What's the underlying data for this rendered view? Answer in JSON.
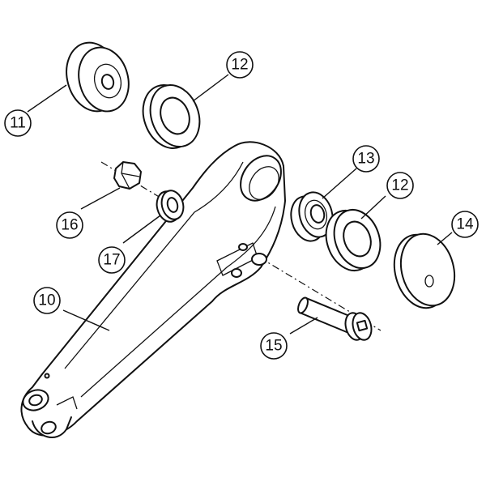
{
  "callouts": [
    {
      "id": "p11",
      "label": "11"
    },
    {
      "id": "p12a",
      "label": "12"
    },
    {
      "id": "p13",
      "label": "13"
    },
    {
      "id": "p12b",
      "label": "12"
    },
    {
      "id": "p14",
      "label": "14"
    },
    {
      "id": "p16",
      "label": "16"
    },
    {
      "id": "p17",
      "label": "17"
    },
    {
      "id": "p10",
      "label": "10"
    },
    {
      "id": "p15",
      "label": "15"
    }
  ],
  "colors": {
    "line": "#111111",
    "background": "#ffffff"
  }
}
